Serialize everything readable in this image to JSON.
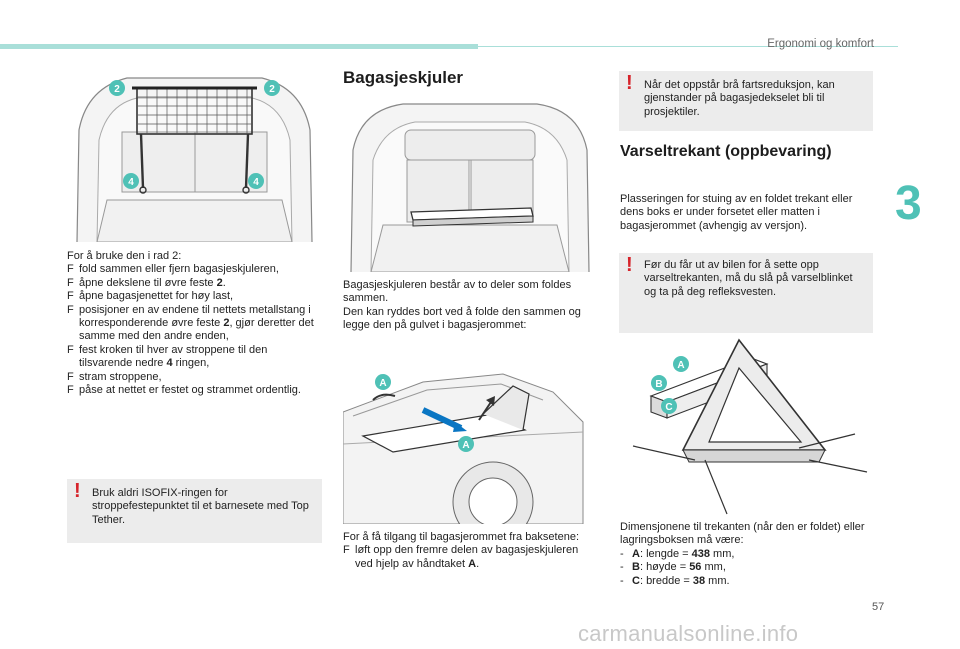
{
  "header": {
    "section_title": "Ergonomi og komfort",
    "chapter_number": "3",
    "page_number": "57"
  },
  "watermark": "carmanualsonline.info",
  "colors": {
    "accent": "#4fc1b6",
    "warning": "#d6232a",
    "panel": "#ececec"
  },
  "col1": {
    "callouts": [
      "2",
      "2",
      "4",
      "4"
    ],
    "intro": "For å bruke den i rad 2:",
    "steps": [
      [
        "fold sammen eller fjern bagasjeskjuleren,"
      ],
      [
        "åpne dekslene til øvre feste ",
        "2",
        "."
      ],
      [
        "åpne bagasjenettet for høy last,"
      ],
      [
        "posisjoner en av endene til nettets metallstang i korresponderende øvre feste ",
        "2",
        ", gjør deretter det samme med den andre enden,"
      ],
      [
        "fest kroken til hver av stroppene til den tilsvarende nedre ",
        "4",
        " ringen,"
      ],
      [
        "stram stroppene,"
      ],
      [
        "påse at nettet er festet og strammet ordentlig."
      ]
    ],
    "warning": "Bruk aldri ISOFIX-ringen for stroppefestepunktet til et barnesete med Top Tether."
  },
  "col2": {
    "heading": "Bagasjeskjuler",
    "para1": "Bagasjeskjuleren består av to deler som foldes sammen.",
    "para2": "Den kan ryddes bort ved å folde den sammen og legge den på gulvet i bagasjerommet:",
    "callouts": [
      "A",
      "A"
    ],
    "access_intro": "For å få tilgang til bagasjerommet fra baksetene:",
    "access_step": [
      "løft opp den fremre delen av bagasjeskjuleren ved hjelp av håndtaket ",
      "A",
      "."
    ]
  },
  "col3": {
    "warning1": "Når det oppstår brå fartsreduksjon, kan gjenstander på bagasjedekselet bli til prosjektiler.",
    "heading": "Varseltrekant (oppbevaring)",
    "para": "Plasseringen for stuing av en foldet trekant eller dens boks er under forsetet eller matten i bagasjerommet (avhengig av versjon).",
    "warning2": "Før du får ut av bilen for å sette opp varseltrekanten, må du slå på varselblinket og ta på deg refleksvesten.",
    "callouts": [
      "A",
      "B",
      "C"
    ],
    "dims_intro": "Dimensjonene til trekanten (når den er foldet) eller lagringsboksen må være:",
    "dims": [
      {
        "letter": "A",
        "label": ": lengde = ",
        "value": "438",
        "unit": " mm,"
      },
      {
        "letter": "B",
        "label": ": høyde = ",
        "value": "56",
        "unit": " mm,"
      },
      {
        "letter": "C",
        "label": ": bredde = ",
        "value": "38",
        "unit": " mm."
      }
    ]
  },
  "bullet_glyph": "F",
  "warning_glyph": "!"
}
